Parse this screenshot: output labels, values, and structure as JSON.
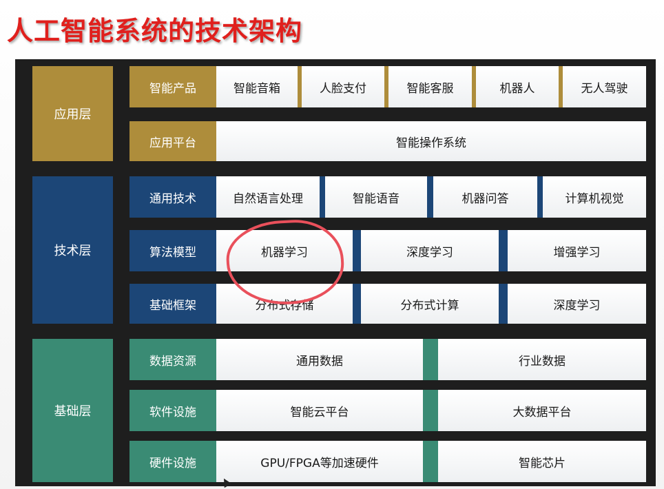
{
  "title": "人工智能系统的技术架构",
  "layers": {
    "application": {
      "label": "应用层",
      "rows": {
        "products": {
          "label": "智能产品",
          "cells": [
            "智能音箱",
            "人脸支付",
            "智能客服",
            "机器人",
            "无人驾驶"
          ]
        },
        "platform": {
          "label": "应用平台",
          "cells": [
            "智能操作系统"
          ]
        }
      }
    },
    "technology": {
      "label": "技术层",
      "rows": {
        "general": {
          "label": "通用技术",
          "cells": [
            "自然语言处理",
            "智能语音",
            "机器问答",
            "计算机视觉"
          ]
        },
        "algorithm": {
          "label": "算法模型",
          "cells": [
            "机器学习",
            "深度学习",
            "增强学习"
          ]
        },
        "framework": {
          "label": "基础框架",
          "cells": [
            "分布式存储",
            "分布式计算",
            "深度学习"
          ]
        }
      }
    },
    "foundation": {
      "label": "基础层",
      "rows": {
        "data": {
          "label": "数据资源",
          "cells": [
            "通用数据",
            "行业数据"
          ]
        },
        "software": {
          "label": "软件设施",
          "cells": [
            "智能云平台",
            "大数据平台"
          ]
        },
        "hardware": {
          "label": "硬件设施",
          "cells": [
            "GPU/FPGA等加速硬件",
            "智能芯片"
          ]
        }
      }
    }
  },
  "colors": {
    "application": "#ae8d3b",
    "technology": "#1c4677",
    "foundation": "#3a8b74",
    "title": "#e0201d",
    "highlight": "#e9505b"
  }
}
